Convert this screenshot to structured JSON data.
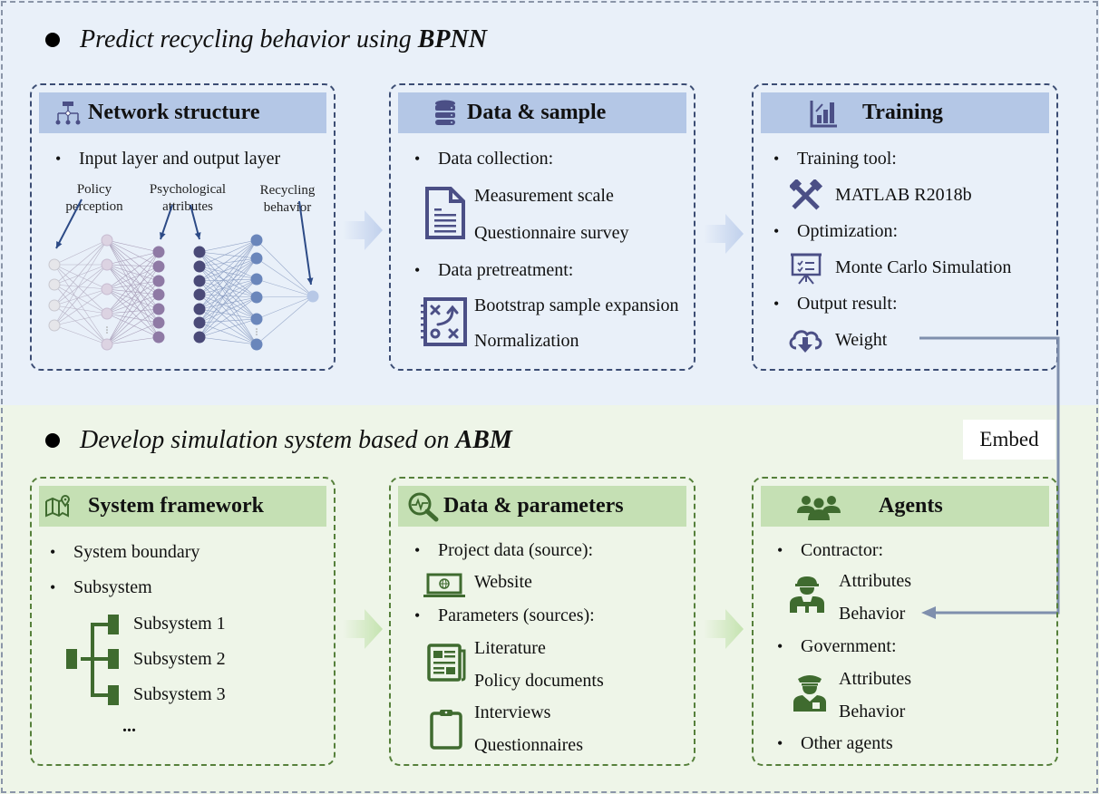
{
  "sections": {
    "top": {
      "title_prefix": "Predict recycling behavior using ",
      "title_emphasis": "BPNN",
      "color": "#e9f0f9"
    },
    "bottom": {
      "title_prefix": "Develop simulation system based on ",
      "title_emphasis": "ABM",
      "color": "#eef5e8"
    }
  },
  "cards": {
    "network": {
      "title": "Network structure",
      "icon": "hierarchy-icon",
      "bullet": "Input layer and output layer",
      "labels": {
        "policy": [
          "Policy",
          "perception"
        ],
        "psych": [
          "Psychological",
          "attributes"
        ],
        "recycling": [
          "Recycling",
          "behavior"
        ]
      }
    },
    "data_sample": {
      "title": "Data & sample",
      "icon": "database-icon",
      "collection_label": "Data collection:",
      "collection_items": [
        "Measurement scale",
        "Questionnaire survey"
      ],
      "pretreatment_label": "Data pretreatment:",
      "pretreatment_items": [
        "Bootstrap sample expansion",
        "Normalization"
      ]
    },
    "training": {
      "title": "Training",
      "icon": "bar-chart-icon",
      "tool_label": "Training tool:",
      "tool_value": "MATLAB R2018b",
      "optimization_label": "Optimization:",
      "optimization_value": "Monte Carlo Simulation",
      "output_label": "Output result:",
      "output_value": "Weight"
    },
    "system_framework": {
      "title": "System framework",
      "icon": "map-pin-icon",
      "items": [
        "System boundary",
        "Subsystem"
      ],
      "subsystems": [
        "Subsystem 1",
        "Subsystem 2",
        "Subsystem 3"
      ],
      "ellipsis": "..."
    },
    "data_parameters": {
      "title": "Data & parameters",
      "icon": "search-pulse-icon",
      "project_label": "Project data (source):",
      "project_value": "Website",
      "params_label": "Parameters (sources):",
      "params_group1": [
        "Literature",
        "Policy documents"
      ],
      "params_group2": [
        "Interviews",
        "Questionnaires"
      ]
    },
    "agents": {
      "title": "Agents",
      "icon": "group-icon",
      "contractor_label": "Contractor:",
      "contractor_items": [
        "Attributes",
        "Behavior"
      ],
      "government_label": "Government:",
      "government_items": [
        "Attributes",
        "Behavior"
      ],
      "other_label": "Other agents"
    }
  },
  "connector": {
    "label": "Embed",
    "color": "#7f8fad"
  },
  "colors": {
    "blue_header": "#b4c7e6",
    "green_header": "#c5e0b4",
    "blue_icon": "#4b4f86",
    "green_icon": "#3f6b2f"
  }
}
